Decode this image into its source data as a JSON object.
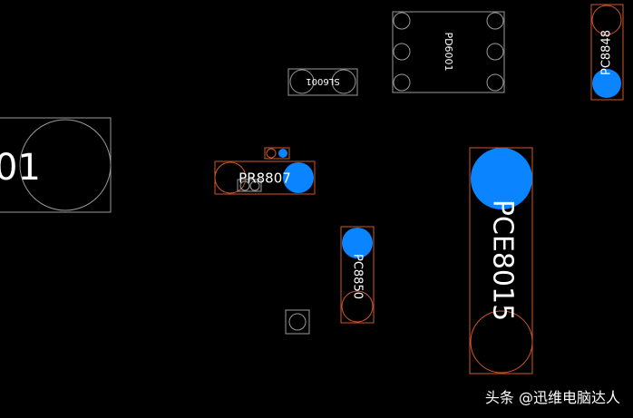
{
  "colors": {
    "background": "#000000",
    "outline_gray": "#9a9a9a",
    "outline_orange": "#d0582a",
    "pad_blue": "#0a84ff",
    "label_white": "#ffffff"
  },
  "components": {
    "left_partial": {
      "label": "01"
    },
    "sl6001": {
      "label": "SL6001"
    },
    "pd6001": {
      "label": "PD6001"
    },
    "pc8848": {
      "label": "PC8848"
    },
    "pr8807": {
      "label": "PR8807"
    },
    "pc8850": {
      "label": "PC8850"
    },
    "pce8015": {
      "label": "PCE8015"
    }
  },
  "watermark": {
    "text": "头条 @迅维电脑达人"
  }
}
